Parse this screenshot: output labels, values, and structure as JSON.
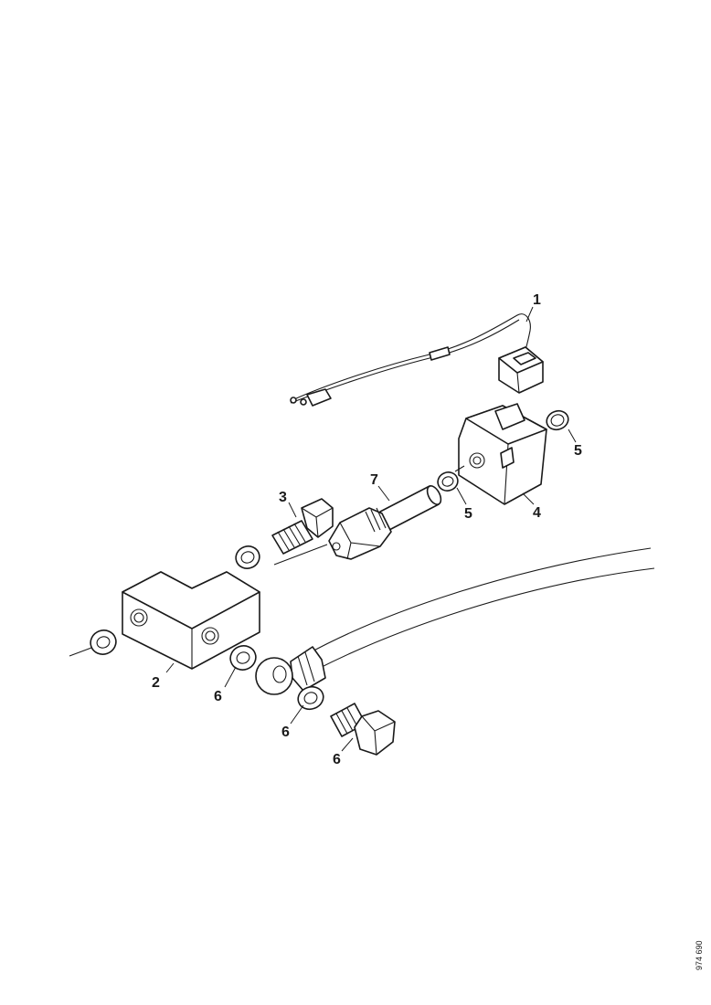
{
  "diagram": {
    "callouts": {
      "c1": "1",
      "c2": "2",
      "c3": "3",
      "c4": "4",
      "c5a": "5",
      "c5b": "5",
      "c6a": "6",
      "c6b": "6",
      "c6c": "6",
      "c7": "7"
    },
    "reference_code": "974 690"
  },
  "colors": {
    "line": "#1a1a1a",
    "paper": "#ffffff"
  }
}
